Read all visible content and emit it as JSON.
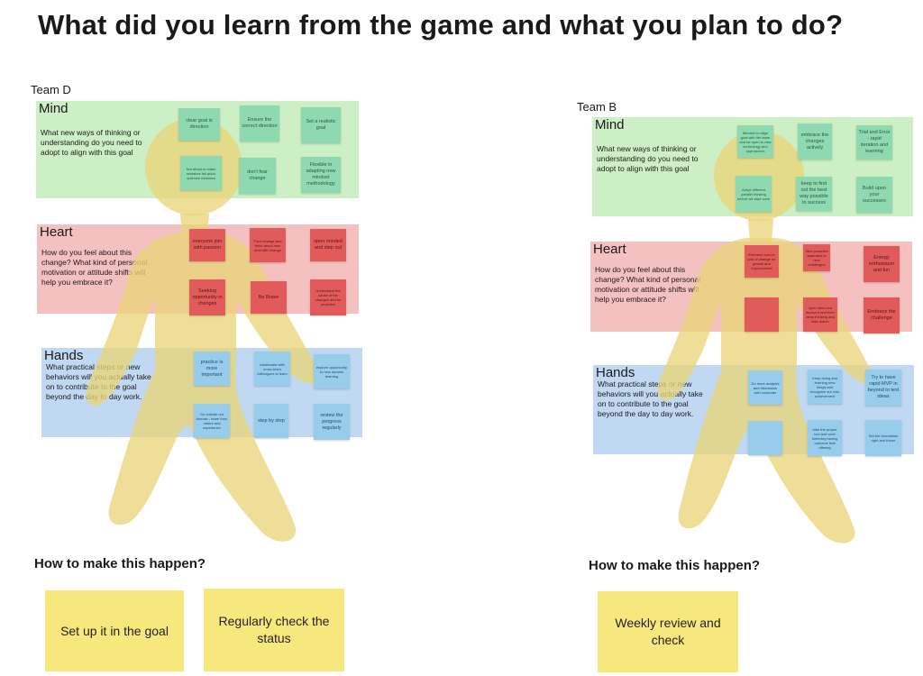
{
  "title": "What did you learn from the game and what you plan to do?",
  "colors": {
    "mind": "#b4e8aa",
    "heart": "#ec9696",
    "hands": "#96bee8",
    "figure": "#e9d57a",
    "sticky": "#f6e87c"
  },
  "team_d": {
    "label": "Team D",
    "mind": {
      "title": "Mind",
      "desc": "What new ways of thinking or understanding do you need to adopt to align with this goal",
      "notes": [
        "clear goal is direction",
        "Ensure the correct direction",
        "Set a realistic goal",
        "Not afraid to make mistakes fail quick optimize mistakes",
        "don't fear change",
        "Flexible in adapting new mindset methodology"
      ]
    },
    "heart": {
      "title": "Heart",
      "desc": "How do you feel about this change? What kind of personal motivation or attitude shifts will help you embrace it?",
      "notes": [
        "everyone join with passion",
        "Face change and think about how deal with change",
        "open minded and step out",
        "Seeking opportunity in changes",
        "Be Brave",
        "Understand the cause of the changes and be proactive"
      ]
    },
    "hands": {
      "title": "Hands",
      "desc": "What practical steps or new behaviors will you actually take on to contribute to the goal beyond the day to day work.",
      "notes": [
        "practice is more important",
        "collaborate with cross-team colleagues to learn",
        "explore opportunity in new domain learning",
        "Go outside our domain - learn from others and experience",
        "step by step",
        "review the progress regularly"
      ]
    },
    "how_title": "How to make this happen?",
    "how_notes": [
      "Set up it in the goal",
      "Regularly check the status"
    ]
  },
  "team_b": {
    "label": "Team B",
    "mind": {
      "title": "Mind",
      "desc": "What new ways of thinking or understanding do you need to adopt to align with this goal",
      "notes": [
        "Mindset to align goal with the team and be open to new technology and approaches",
        "embrace the changes actively",
        "Trial and Error - rapid iteration and learning",
        "Adopt different parallel thinking before we start work",
        "keep to find out the best way possible to success",
        "Build upon your successes"
      ]
    },
    "heart": {
      "title": "Heart",
      "desc": "How do you feel about this change? What kind of personal motivation or attitude shifts will help you embrace it?",
      "notes": [
        "Embrace and be part of change for growth and improvement",
        "Take proactive approach to new challenges",
        "Energy enthusiasm and fun",
        "",
        "open mind and accept it and then deep thinking and take action",
        "Embrace the challenge"
      ]
    },
    "hands": {
      "title": "Hands",
      "desc": "What practical steps or new behaviors will you actually take on to contribute to the goal beyond the day to day work.",
      "notes": [
        "Do more analysis and discussion with customer",
        "Keep doing and learning new things and recognize our own achievement",
        "Try to have rapid MVP in beyond to test ideas",
        "",
        "take the proper tool and work bettering lasting outcome that offering",
        "Set the foundation right and future"
      ]
    },
    "how_title": "How to make this happen?",
    "how_notes": [
      "Weekly review and check"
    ]
  }
}
